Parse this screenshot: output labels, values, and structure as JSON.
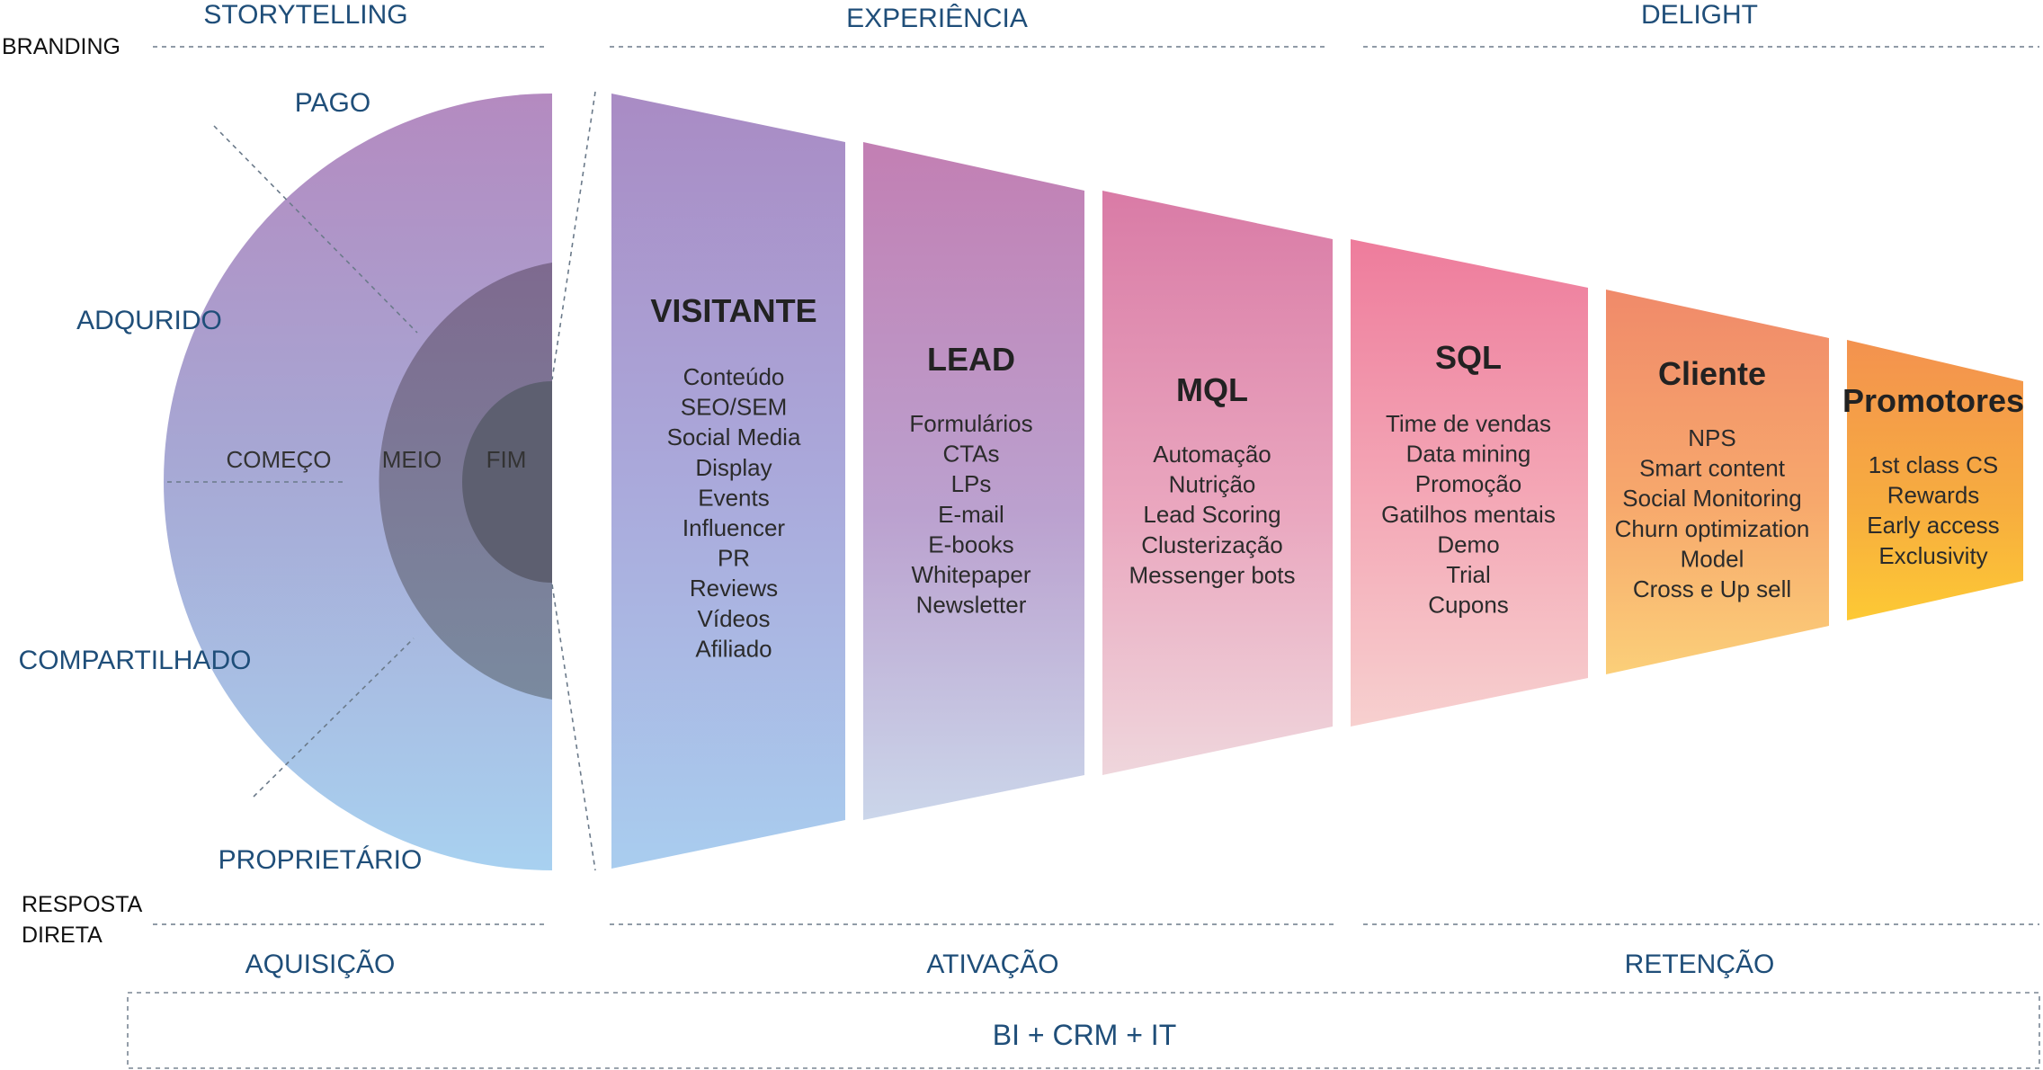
{
  "top_labels": {
    "branding": "BRANDING",
    "storytelling": "STORYTELLING",
    "experiencia": "EXPERIÊNCIA",
    "delight": "DELIGHT"
  },
  "bottom_labels": {
    "resposta_line1": "RESPOSTA",
    "resposta_line2": "DIRETA",
    "aquisicao": "AQUISIÇÃO",
    "ativacao": "ATIVAÇÃO",
    "retencao": "RETENÇÃO",
    "footer": "BI + CRM + IT"
  },
  "media_types": {
    "pago": "PAGO",
    "adquirido": "ADQURIDO",
    "compartilhado": "COMPARTILHADO",
    "proprietario": "PROPRIETÁRIO"
  },
  "funnel_rings": {
    "comeco": "COMEÇO",
    "meio": "MEIO",
    "fim": "FIM"
  },
  "stages": [
    {
      "title": "VISITANTE",
      "items": [
        "Conteúdo",
        "SEO/SEM",
        "Social Media",
        "Display",
        "Events",
        "Influencer",
        "PR",
        "Reviews",
        "Vídeos",
        "Afiliado"
      ]
    },
    {
      "title": "LEAD",
      "items": [
        "Formulários",
        "CTAs",
        "LPs",
        "E-mail",
        "E-books",
        "Whitepaper",
        "Newsletter"
      ]
    },
    {
      "title": "MQL",
      "items": [
        "Automação",
        "Nutrição",
        "Lead Scoring",
        "Clusterização",
        "Messenger bots"
      ]
    },
    {
      "title": "SQL",
      "items": [
        "Time de vendas",
        "Data mining",
        "Promoção",
        "Gatilhos mentais",
        "Demo",
        "Trial",
        "Cupons"
      ]
    },
    {
      "title": "Cliente",
      "items": [
        "NPS",
        "Smart content",
        "Social Monitoring",
        "Churn optimization",
        "Model",
        "Cross e Up sell"
      ]
    },
    {
      "title": "Promotores",
      "items": [
        "1st class CS",
        "Rewards",
        "Early access",
        "Exclusivity"
      ]
    }
  ],
  "colors": {
    "purple": "#a98bc4",
    "blue": "#a9cdef",
    "pink": "#e87ea4",
    "orange": "#f2915a",
    "yellow": "#fcc537",
    "label_blue": "#1f4e79"
  }
}
